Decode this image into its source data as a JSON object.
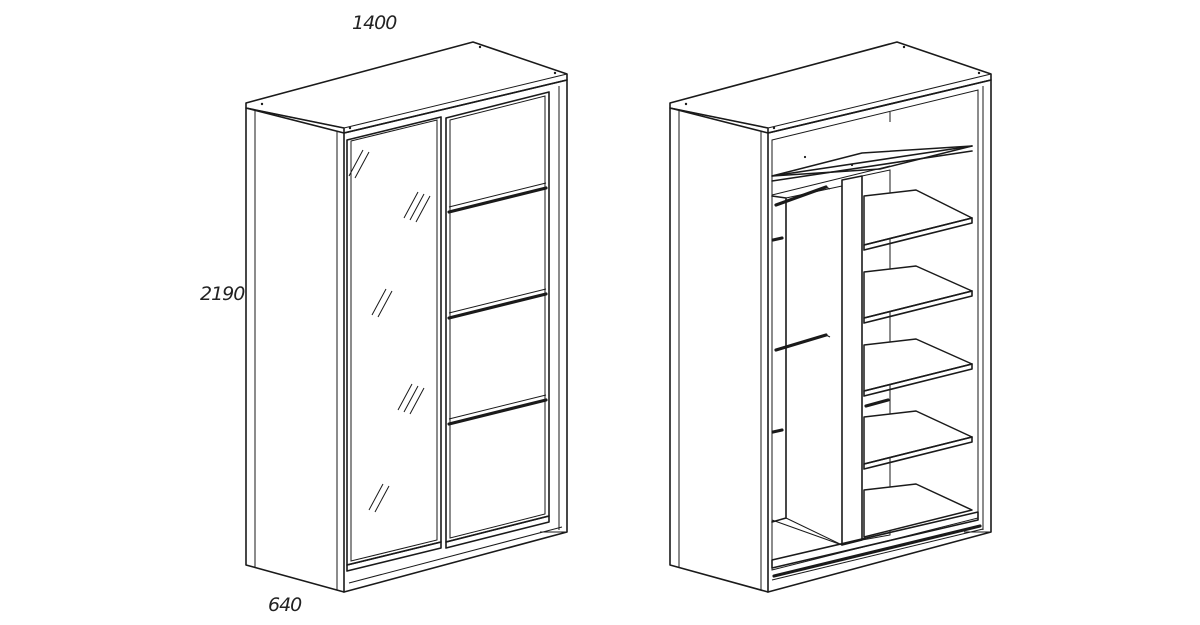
{
  "dimensions": {
    "width": "1400",
    "height": "2190",
    "depth": "640"
  },
  "views": [
    {
      "name": "closed-wardrobe-view",
      "door_count": 2,
      "mirror_door": true,
      "front_panels": 4
    },
    {
      "name": "open-wardrobe-interior-view",
      "shelf_count": 5,
      "hanging_rails": 2
    }
  ],
  "colors": {
    "line": "#1a1a1a",
    "background": "#ffffff"
  }
}
